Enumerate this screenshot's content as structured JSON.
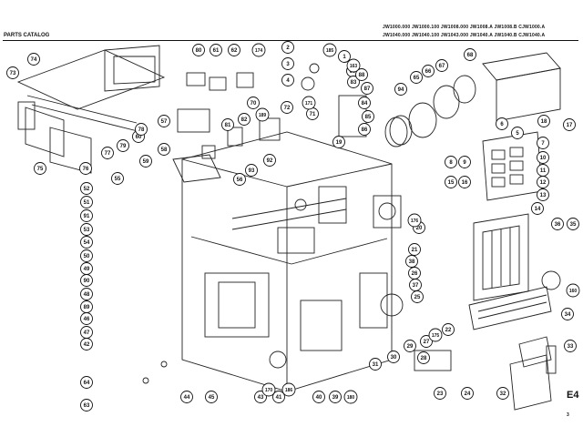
{
  "header": {
    "title": "PARTS CATALOG",
    "models_row1": "JW1000.000  JW1000.100  JW1008.000  JW1008.A  JW1008.B  CJW1000.A",
    "models_row2": "JW1040.000  JW1040.100  JW1043.000  JW1040.A  JW1040.B  CJW1040.A"
  },
  "footer": {
    "section_code": "E4",
    "page_number": "3"
  },
  "callouts": [
    "1",
    "2",
    "3",
    "4",
    "5",
    "6",
    "7",
    "8",
    "9",
    "10",
    "11",
    "12",
    "13",
    "14",
    "15",
    "16",
    "17",
    "18",
    "19",
    "20",
    "21",
    "22",
    "23",
    "24",
    "25",
    "26",
    "27",
    "28",
    "29",
    "30",
    "31",
    "32",
    "33",
    "34",
    "35",
    "36",
    "37",
    "38",
    "39",
    "40",
    "41",
    "42",
    "43",
    "44",
    "45",
    "46",
    "47",
    "48",
    "49",
    "50",
    "51",
    "52",
    "53",
    "54",
    "55",
    "56",
    "57",
    "58",
    "59",
    "60",
    "61",
    "62",
    "63",
    "64",
    "65",
    "66",
    "67",
    "68",
    "69",
    "70",
    "71",
    "72",
    "73",
    "74",
    "75",
    "76",
    "77",
    "78",
    "79",
    "80",
    "81",
    "82",
    "83",
    "84",
    "85",
    "86",
    "87",
    "88",
    "89",
    "90",
    "91",
    "92",
    "93",
    "94",
    "160",
    "163",
    "170",
    "171",
    "174",
    "175",
    "176",
    "180",
    "185",
    "186",
    "189"
  ]
}
